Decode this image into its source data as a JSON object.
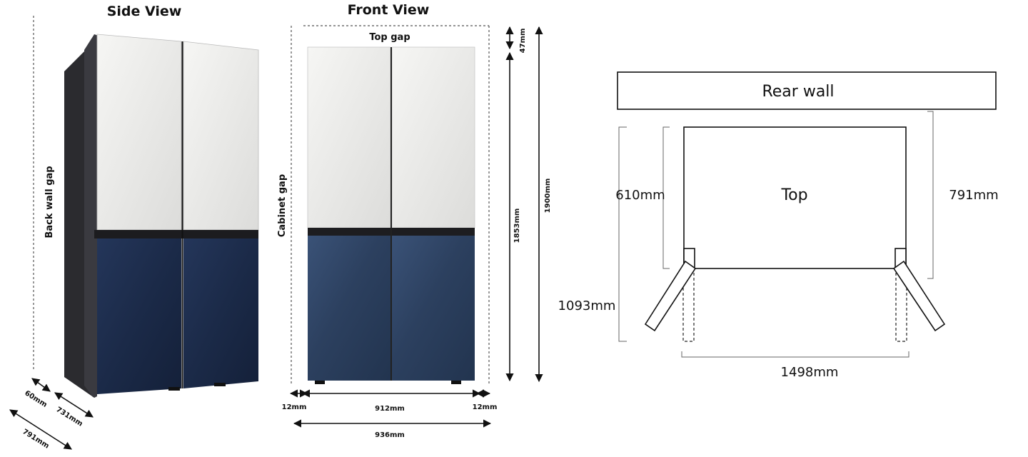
{
  "side_view": {
    "title": "Side View",
    "back_wall_gap_label": "Back wall gap",
    "dim_60": "60mm",
    "dim_731": "731mm",
    "dim_791": "791mm"
  },
  "front_view": {
    "title": "Front View",
    "top_gap_label": "Top gap",
    "cabinet_gap_label": "Cabinet gap",
    "dim_47": "47mm",
    "dim_1853": "1853mm",
    "dim_1900": "1900mm",
    "dim_12_left": "12mm",
    "dim_912": "912mm",
    "dim_12_right": "12mm",
    "dim_936": "936mm"
  },
  "top_view": {
    "rear_wall_label": "Rear wall",
    "top_label": "Top",
    "dim_610": "610mm",
    "dim_791": "791mm",
    "dim_1093": "1093mm",
    "dim_1498": "1498mm"
  },
  "colors": {
    "upper_panel": "#eeeeec",
    "lower_panel_dark": "#1b2a48",
    "lower_panel_front": "#2f4466",
    "cabinet_body": "#2a2a2e"
  }
}
